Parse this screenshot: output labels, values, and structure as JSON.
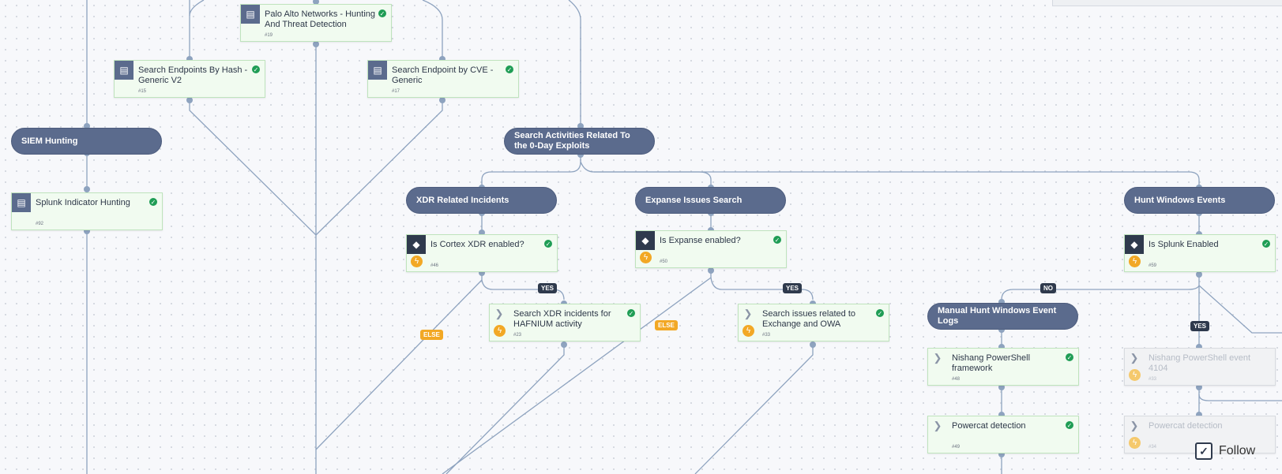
{
  "canvas": {
    "follow_label": "Follow",
    "follow_checked": true
  },
  "sections": {
    "siem": "SIEM Hunting",
    "zero_day": "Search Activities Related To the 0-Day Exploits",
    "xdr": "XDR Related Incidents",
    "expanse": "Expanse Issues Search",
    "hunt_windows": "Hunt Windows Events",
    "manual_hunt": "Manual Hunt Windows Event Logs"
  },
  "tasks": {
    "palo_alto": {
      "label": "Palo Alto Networks - Hunting And Threat Detection",
      "id": "#19"
    },
    "search_hash": {
      "label": "Search Endpoints By Hash - Generic V2",
      "id": "#15"
    },
    "search_cve": {
      "label": "Search Endpoint by CVE - Generic",
      "id": "#17"
    },
    "splunk_indicator": {
      "label": "Splunk Indicator Hunting",
      "id": "#92"
    },
    "cortex_xdr": {
      "label": "Is Cortex XDR enabled?",
      "id": "#46"
    },
    "expanse_enabled": {
      "label": "Is Expanse enabled?",
      "id": "#50"
    },
    "splunk_enabled": {
      "label": "Is Splunk Enabled",
      "id": "#59"
    },
    "search_xdr": {
      "label": "Search XDR incidents for HAFNIUM activity",
      "id": "#23"
    },
    "search_issues": {
      "label": "Search issues related to Exchange and OWA",
      "id": "#33"
    },
    "nishang_framework": {
      "label": "Nishang PowerShell framework",
      "id": "#48"
    },
    "powercat_1": {
      "label": "Powercat detection",
      "id": "#49"
    },
    "nishang_event": {
      "label": "Nishang PowerShell event 4104",
      "id": "#33"
    },
    "powercat_2": {
      "label": "Powercat detection",
      "id": "#34"
    }
  },
  "branch_labels": {
    "yes": "YES",
    "no": "NO",
    "else": "ELSE"
  },
  "colors": {
    "section": "#5b6b8d",
    "task_bg": "#f1fbf0",
    "edge": "#8ea3bf",
    "check": "#1f9d55",
    "else": "#f2a825"
  },
  "icons": {
    "playbook": "book-icon",
    "condition": "diamond-icon",
    "automation": "chevron-right-icon",
    "bolt": "lightning-icon",
    "success": "check-icon"
  }
}
